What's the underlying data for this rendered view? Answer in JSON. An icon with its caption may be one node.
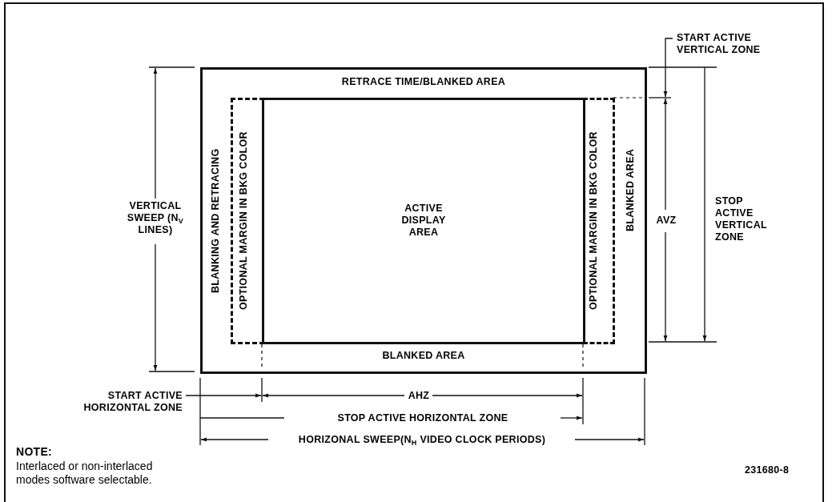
{
  "diagram": {
    "nodes": [
      {
        "text": [
          "RETRACE TIME/BLANKED AREA",
          "BLANKING AND RETRACING",
          "BLANKED AREA",
          "BLANKED AREA"
        ]
      },
      {
        "text": [
          "OPTIONAL MARGIN IN BKG COLOR"
        ],
        "in": 0
      },
      {
        "text": [
          "ACTIVE DISPLAY AREA"
        ],
        "in": 0
      },
      {
        "text": [
          "OPTIONAL MARGIN IN BKG COLOR"
        ],
        "in": 0
      }
    ],
    "labels": [
      "START ACTIVE VERTICAL ZONE",
      "VERTICAL SWEEP (N$_{V}$ LINES)",
      "AVZ",
      "STOP ACTIVE VERTICAL ZONE",
      "START ACTIVE HORIZONTAL ZONE",
      "AHZ",
      "STOP ACTIVE HORIZONTAL ZONE",
      "NOTE:",
      "HORIZONAL SWEEP(N$_{H}$ VIDEO CLOCK PERIODS)",
      "231680-8",
      "Interlaced or non-interlaced modes software selectable."
    ]
  }
}
